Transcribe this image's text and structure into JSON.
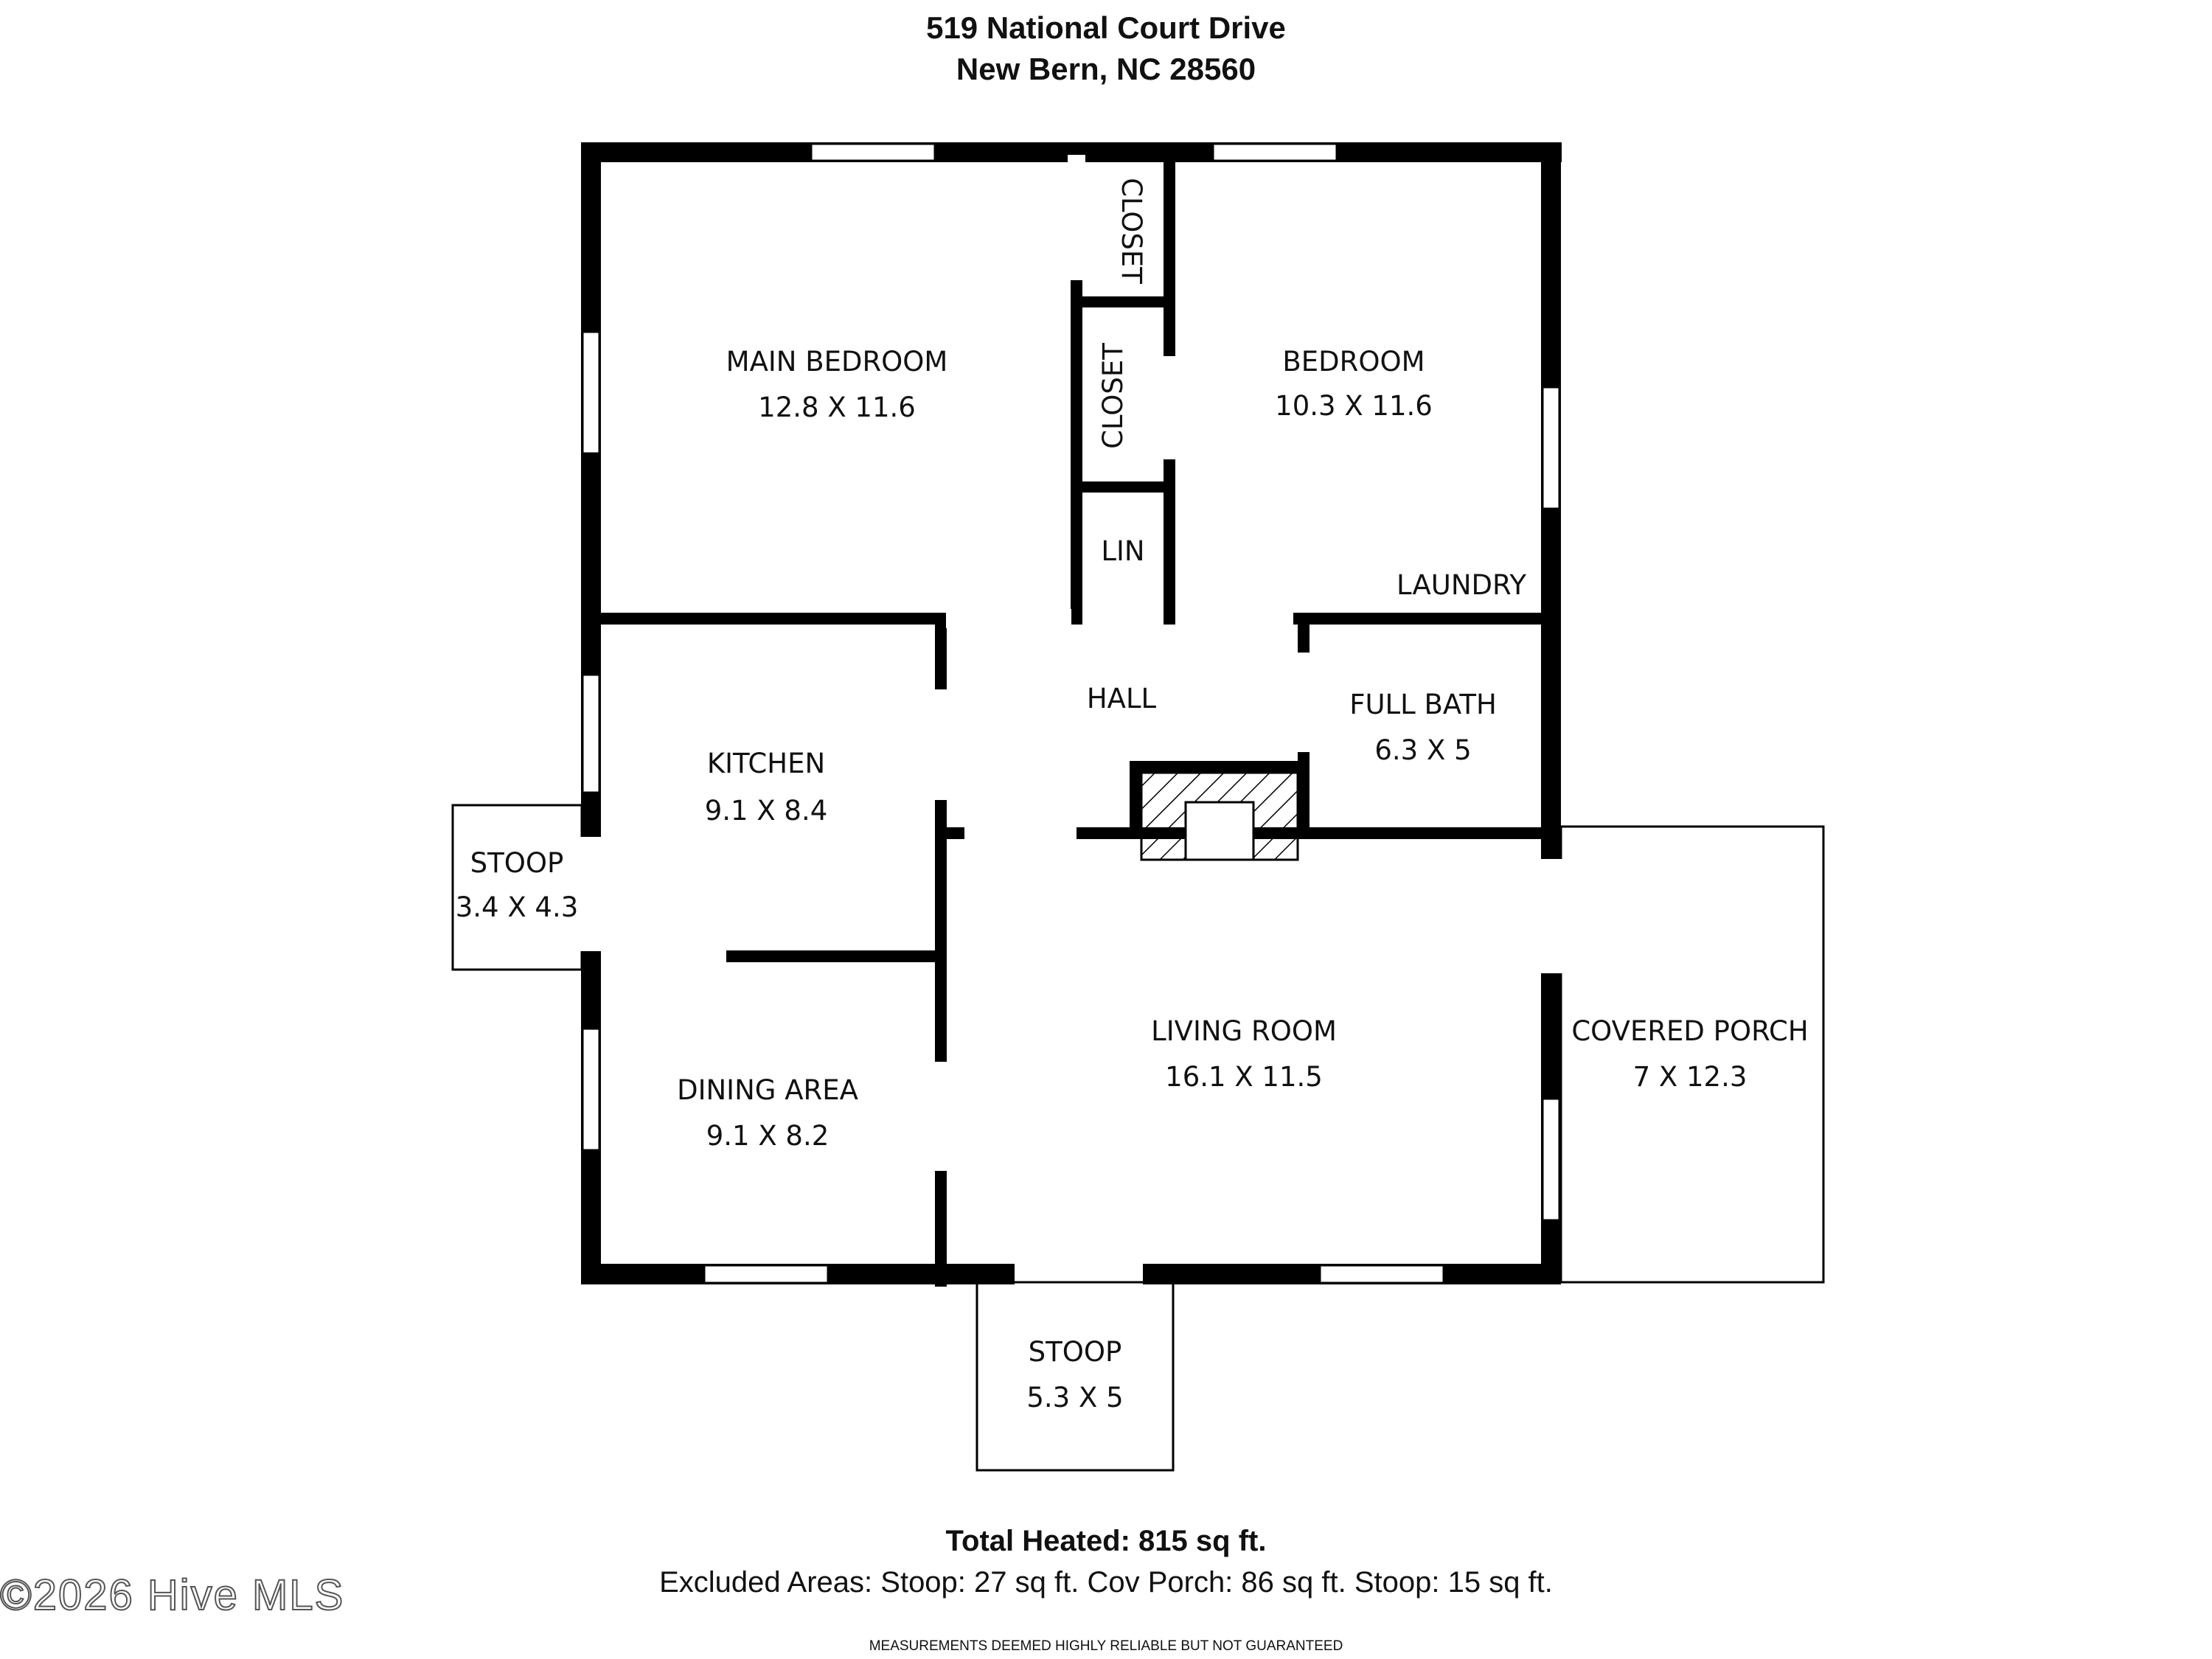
{
  "header": {
    "address_line1": "519 National Court Drive",
    "address_line2": "New Bern, NC 28560"
  },
  "rooms": {
    "main_bedroom": {
      "name": "MAIN BEDROOM",
      "dims": "12.8 X 11.6"
    },
    "bedroom": {
      "name": "BEDROOM",
      "dims": "10.3 X 11.6"
    },
    "closet1": {
      "name": "CLOSET"
    },
    "closet2": {
      "name": "CLOSET"
    },
    "linen": {
      "name": "LIN"
    },
    "laundry": {
      "name": "LAUNDRY"
    },
    "hall": {
      "name": "HALL"
    },
    "full_bath": {
      "name": "FULL BATH",
      "dims": "6.3 X 5"
    },
    "kitchen": {
      "name": "KITCHEN",
      "dims": "9.1 X 8.4"
    },
    "stoop_side": {
      "name": "STOOP",
      "dims": "3.4 X 4.3"
    },
    "dining": {
      "name": "DINING AREA",
      "dims": "9.1 X 8.2"
    },
    "living": {
      "name": "LIVING ROOM",
      "dims": "16.1 X 11.5"
    },
    "porch": {
      "name": "COVERED PORCH",
      "dims": "7 X 12.3"
    },
    "stoop_front": {
      "name": "STOOP",
      "dims": "5.3 X 5"
    }
  },
  "footer": {
    "total": "Total Heated: 815 sq ft.",
    "excluded": "Excluded Areas: Stoop: 27 sq ft. Cov Porch: 86 sq ft. Stoop: 15 sq ft.",
    "disclaimer": "MEASUREMENTS DEEMED HIGHLY RELIABLE BUT NOT GUARANTEED"
  },
  "watermark": "©2026 Hive MLS",
  "colors": {
    "wall": "#000000",
    "background": "#ffffff"
  }
}
